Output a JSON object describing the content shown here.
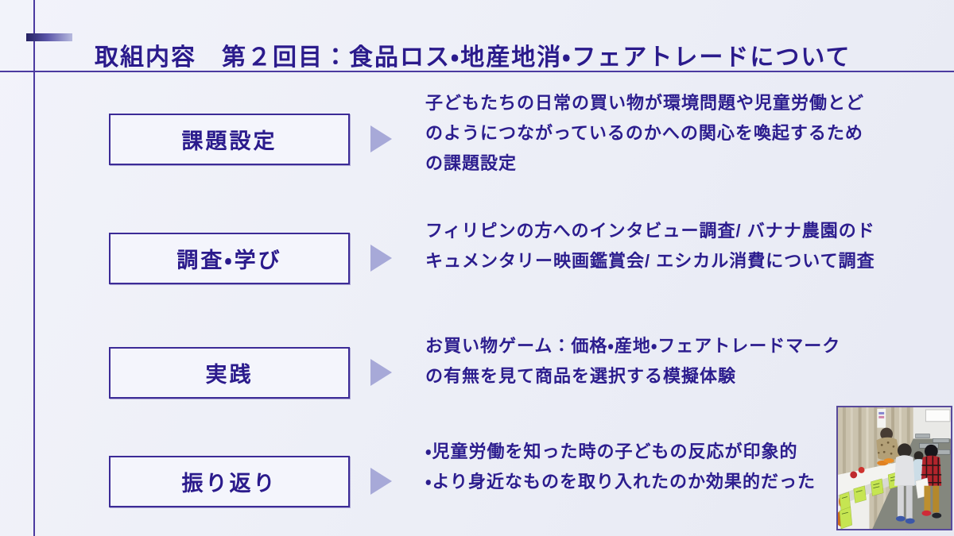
{
  "slide": {
    "title": "取組内容　第２回目：食品ロス・地産地消・フェアトレードについて"
  },
  "steps": [
    {
      "label": "課題設定",
      "description": "子どもたちの日常の買い物が環境問題や児童労働とど\nのようにつながっているのかへの関心を喚起するため\nの課題設定"
    },
    {
      "label": "調査・学び",
      "description": "フィリピンの方へのインタビュー調査/ バナナ農園のド\nキュメンタリー映画鑑賞会/ エシカル消費について調査"
    },
    {
      "label": "実践",
      "description": "お買い物ゲーム：価格・産地・フェアトレードマーク\nの有無を見て商品を選択する模擬体験"
    },
    {
      "label": "振り返り",
      "description": "・児童労働を知った時の子どもの反応が印象的\n・より身近なものを取り入れたのか効果的だった"
    }
  ],
  "icons": {
    "title_dash": "gradient-dash",
    "step_arrow": "triangle-right"
  },
  "photo": {
    "alt": "子どもたちが緑の値札と野菜の並ぶ机で商品を選ぶお買い物ゲームの写真"
  },
  "colors": {
    "ink": "#2b1b8c",
    "rule_line": "#4b3aa0",
    "box_border": "#3c2b97",
    "box_fill": "#f4f5fc",
    "arrow": "#a7a9d8",
    "background_light": "#f2f3fa",
    "background_dark": "#e7e9f3"
  }
}
